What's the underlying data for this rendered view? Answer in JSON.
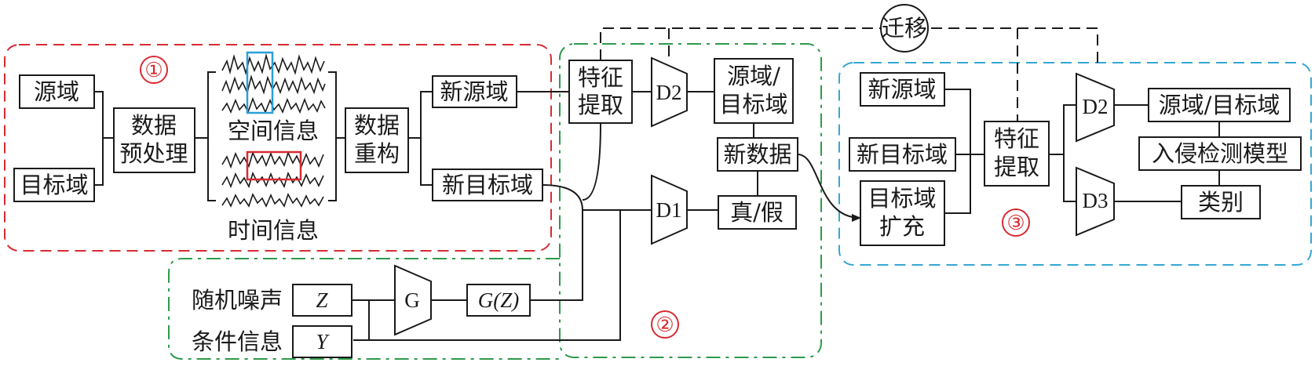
{
  "colors": {
    "region1": "#d62c32",
    "region2": "#2e9a4c",
    "region3": "#35a7d4",
    "highlight_blue": "#2a9fd6",
    "highlight_red": "#d62c32"
  },
  "region1": {
    "number": "①",
    "source_domain": "源域",
    "target_domain": "目标域",
    "preprocess": [
      "数据",
      "预处理"
    ],
    "spatial_info": "空间信息",
    "temporal_info": "时间信息",
    "reconstruct": [
      "数据",
      "重构"
    ],
    "new_source": "新源域",
    "new_target": "新目标域"
  },
  "region2": {
    "number": "②",
    "feature_extract": [
      "特征",
      "提取"
    ],
    "d2": "D2",
    "src_tgt": [
      "源域/",
      "目标域"
    ],
    "new_data": "新数据",
    "d1": "D1",
    "real_fake": "真/假",
    "random_noise": "随机噪声",
    "condition_info": "条件信息",
    "z": "Z",
    "y": "Y",
    "g": "G",
    "gz_prefix": "G",
    "gz_arg": "(Z)"
  },
  "transfer": "迁移",
  "region3": {
    "number": "③",
    "new_source": "新源域",
    "new_target": "新目标域",
    "target_expand": [
      "目标域",
      "扩充"
    ],
    "feature_extract": [
      "特征",
      "提取"
    ],
    "d2": "D2",
    "d3": "D3",
    "src_tgt": "源域/目标域",
    "ids_model": "入侵检测模型",
    "category": "类别"
  }
}
